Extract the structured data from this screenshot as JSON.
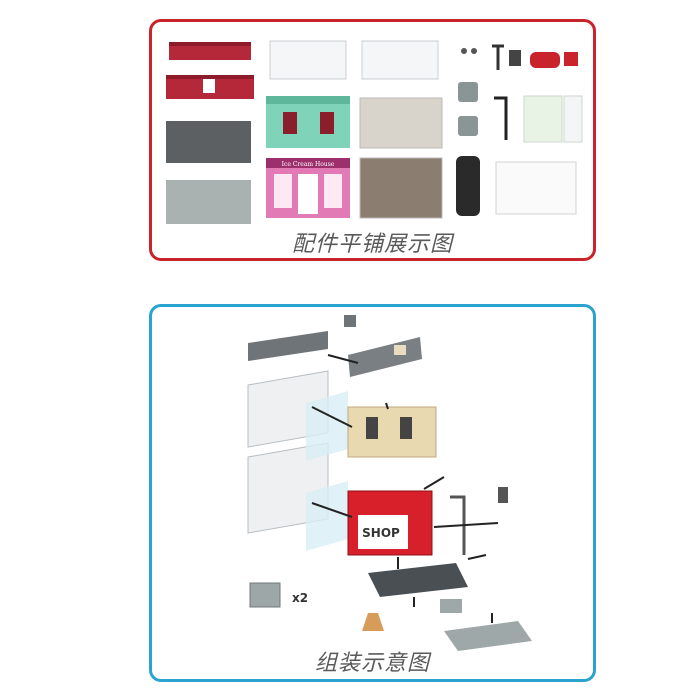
{
  "panels": {
    "parts_layout": {
      "caption": "配件平铺展示图",
      "border_color": "#c9232c"
    },
    "assembly_diagram": {
      "caption": "组装示意图",
      "border_color": "#2aa3d0"
    }
  },
  "parts": {
    "shop_sign_text": "SHOP",
    "quantity_label": "x2",
    "facade_banner_text": "Ice Cream House"
  }
}
